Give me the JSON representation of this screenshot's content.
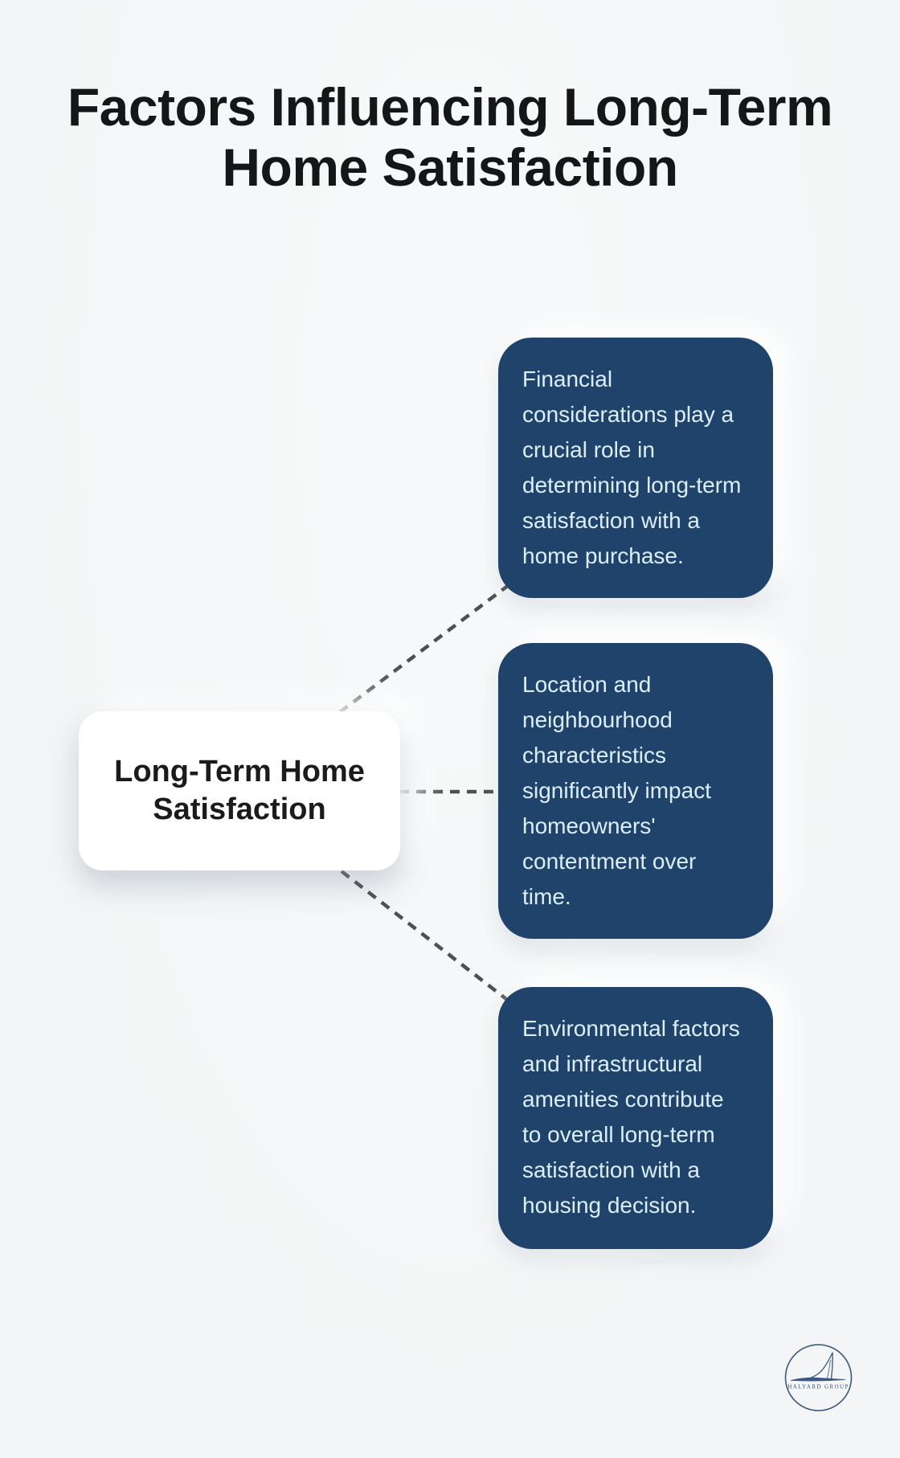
{
  "title": {
    "text": "Factors Influencing Long-Term\nHome Satisfaction"
  },
  "center_node": {
    "label": "Long-Term Home\nSatisfaction"
  },
  "factors": [
    {
      "id": "financial",
      "text": "Financial\nconsiderations play a\ncrucial role in\ndetermining long-term\nsatisfaction with a\nhome purchase."
    },
    {
      "id": "location",
      "text": "Location and\nneighbourhood\ncharacteristics\nsignificantly impact\nhomeowners'\ncontentment over\ntime."
    },
    {
      "id": "environment",
      "text": "Environmental factors\nand infrastructural\namenities contribute\nto overall long-term\nsatisfaction with a\nhousing decision."
    }
  ],
  "logo": {
    "name": "HALYARD GROUP"
  },
  "colors": {
    "navy": "#1f436a",
    "card_text": "#ddeefb",
    "background": "#f3f5f6",
    "title_text": "#151618",
    "connector": "#4f4f4f",
    "logo_ink": "#30507a"
  }
}
